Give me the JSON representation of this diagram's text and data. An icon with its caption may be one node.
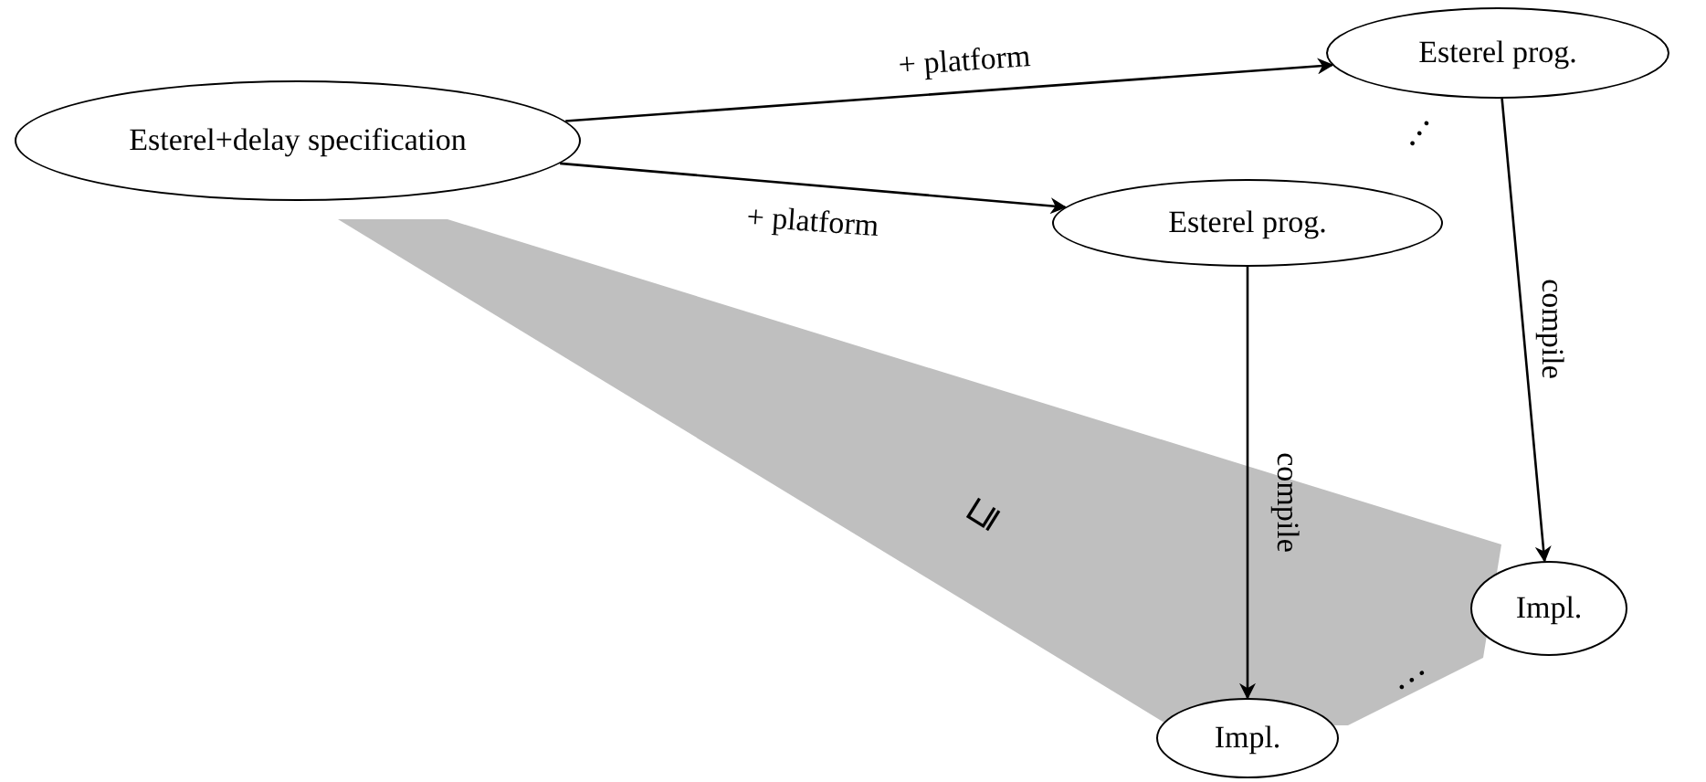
{
  "diagram": {
    "nodes": [
      {
        "text": [
          "Esterel+delay specification"
        ]
      },
      {
        "text": [
          "Esterel prog."
        ]
      },
      {
        "text": [
          "Esterel prog."
        ]
      },
      {
        "text": [
          "Impl."
        ]
      },
      {
        "text": [
          "Impl."
        ]
      }
    ],
    "edges": [
      {
        "from": 0,
        "to": 1,
        "arrow": "to",
        "label": "+ platform"
      },
      {
        "from": 0,
        "to": 2,
        "arrow": "to",
        "label": "+ platform"
      },
      {
        "from": 1,
        "to": 3,
        "arrow": "to",
        "label": "compile"
      },
      {
        "from": 2,
        "to": 4,
        "arrow": "to",
        "label": "compile"
      }
    ],
    "labels": [
      "…",
      "…",
      "⊑"
    ]
  }
}
